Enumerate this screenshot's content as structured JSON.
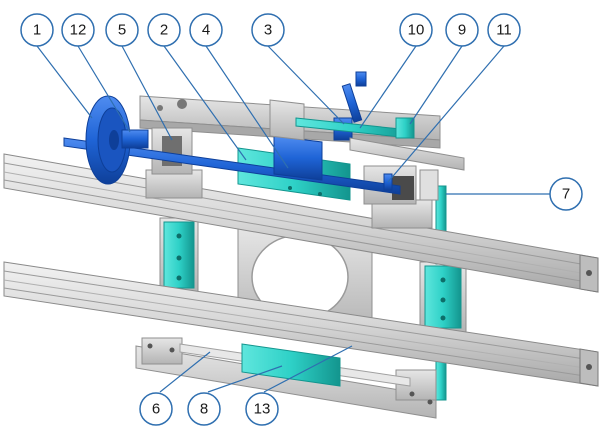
{
  "colors": {
    "rail": "#d8d8d8",
    "rail_dark": "#9a9a9a",
    "plate": "#cfcfcf",
    "plate_dark": "#8f8f8f",
    "blue": "#1f64d6",
    "blue_dark": "#0e3f99",
    "cyan": "#2ed1c7",
    "cyan_dark": "#13958e",
    "callout_stroke": "#2f6fb0",
    "callout_fill": "#ffffff"
  },
  "callouts": [
    {
      "id": "1",
      "label": "1"
    },
    {
      "id": "12",
      "label": "12"
    },
    {
      "id": "5",
      "label": "5"
    },
    {
      "id": "2",
      "label": "2"
    },
    {
      "id": "4",
      "label": "4"
    },
    {
      "id": "3",
      "label": "3"
    },
    {
      "id": "10",
      "label": "10"
    },
    {
      "id": "9",
      "label": "9"
    },
    {
      "id": "11",
      "label": "11"
    },
    {
      "id": "7",
      "label": "7"
    },
    {
      "id": "6",
      "label": "6"
    },
    {
      "id": "8",
      "label": "8"
    },
    {
      "id": "13",
      "label": "13"
    }
  ]
}
